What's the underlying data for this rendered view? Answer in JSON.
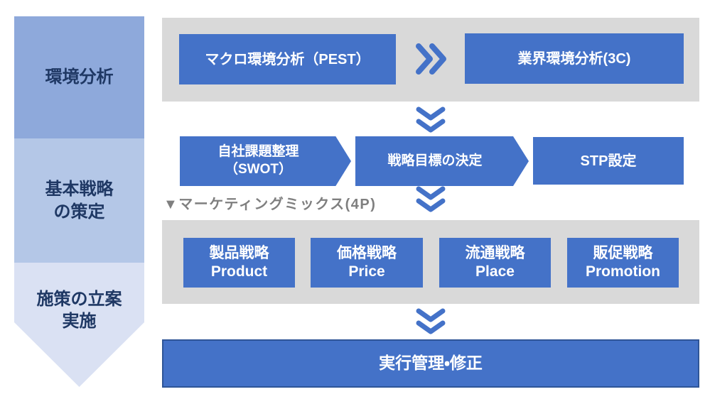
{
  "colors": {
    "accent": "#4472C8",
    "accent-dark": "#2F5597",
    "stage1": "#8EA9DB",
    "stage2": "#B4C7E7",
    "stage3": "#DAE1F3",
    "band-gray": "#D9D9D9",
    "text-navy": "#1F3864",
    "label-gray": "#7F7F7F"
  },
  "sidebar": {
    "stages": [
      {
        "label": "環境分析"
      },
      {
        "label": "基本戦略\nの策定"
      },
      {
        "label": "施策の立案\n実施"
      }
    ]
  },
  "env_row": {
    "boxes": [
      {
        "label": "マクロ環境分析（PEST）"
      },
      {
        "label": "業界環境分析(3C)"
      }
    ]
  },
  "strategy_row": {
    "swot": "自社課題整理\n（SWOT）",
    "goal": "戦略目標の決定",
    "stp": "STP設定"
  },
  "mix": {
    "heading": "▼マーケティングミックス(4P)",
    "boxes": [
      {
        "jp": "製品戦略",
        "en": "Product"
      },
      {
        "jp": "価格戦略",
        "en": "Price"
      },
      {
        "jp": "流通戦略",
        "en": "Place"
      },
      {
        "jp": "販促戦略",
        "en": "Promotion"
      }
    ]
  },
  "execution": {
    "label": "実行管理・修正"
  },
  "icons": {
    "flow_right": "chevron-right-icon",
    "flow_down": "chevron-down-icon"
  }
}
